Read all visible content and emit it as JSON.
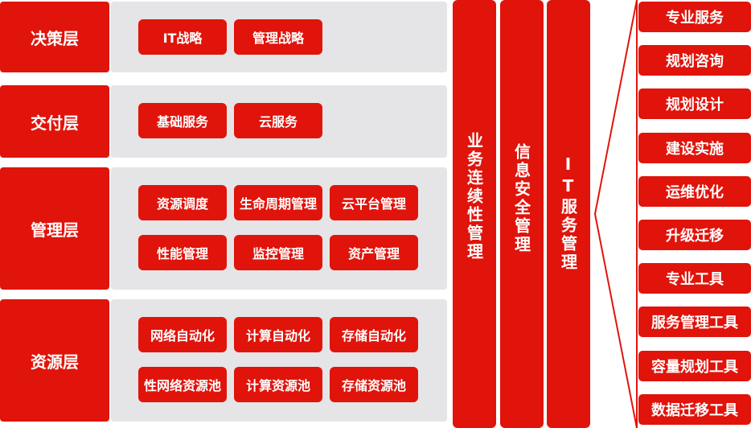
{
  "layers": [
    {
      "label": "决策层",
      "items": [
        "IT战略",
        "管理战略"
      ]
    },
    {
      "label": "交付层",
      "items": [
        "基础服务",
        "云服务"
      ]
    },
    {
      "label": "管理层",
      "items": [
        "资源调度",
        "生命周期管理",
        "云平台管理",
        "性能管理",
        "监控管理",
        "资产管理"
      ]
    },
    {
      "label": "资源层",
      "items": [
        "网络自动化",
        "计算自动化",
        "存储自动化",
        "性网络资源池",
        "计算资源池",
        "存储资源池"
      ]
    }
  ],
  "pillars": [
    "业务连续性管理",
    "信息安全管理",
    "IT服务管理"
  ],
  "services": [
    "专业服务",
    "规划咨询",
    "规划设计",
    "建设实施",
    "运维优化",
    "升级迁移",
    "专业工具",
    "服务管理工具",
    "容量规划工具",
    "数据迁移工具"
  ],
  "colors": {
    "accent": "#e0140b",
    "panel": "#e5e5e7",
    "text": "#ffffff"
  }
}
